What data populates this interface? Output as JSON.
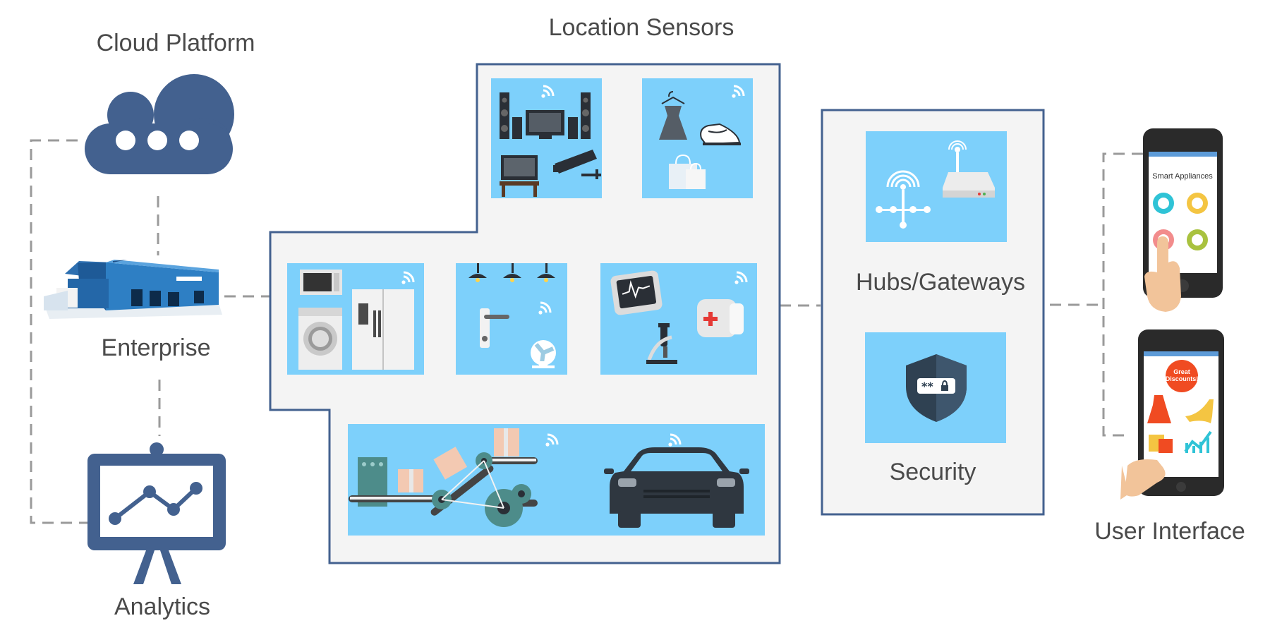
{
  "labels": {
    "cloud": "Cloud Platform",
    "enterprise": "Enterprise",
    "analytics": "Analytics",
    "sensors": "Location Sensors",
    "hubs": "Hubs/Gateways",
    "security": "Security",
    "ui": "User Interface"
  },
  "phone1": {
    "title": "Smart Appliances"
  },
  "phone2": {
    "promo": "Great Discounts!"
  },
  "colors": {
    "primary": "#43618f",
    "tile": "#7dd0fb",
    "panel": "#f4f4f4",
    "connector": "#9a9a9a",
    "dark": "#2f3740"
  },
  "icons": {
    "cloud": "cloud-icon",
    "enterprise": "warehouse-icon",
    "analytics": "presentation-board-icon",
    "security": "shield-lock-icon",
    "wireless": "wifi-signal-icon"
  }
}
